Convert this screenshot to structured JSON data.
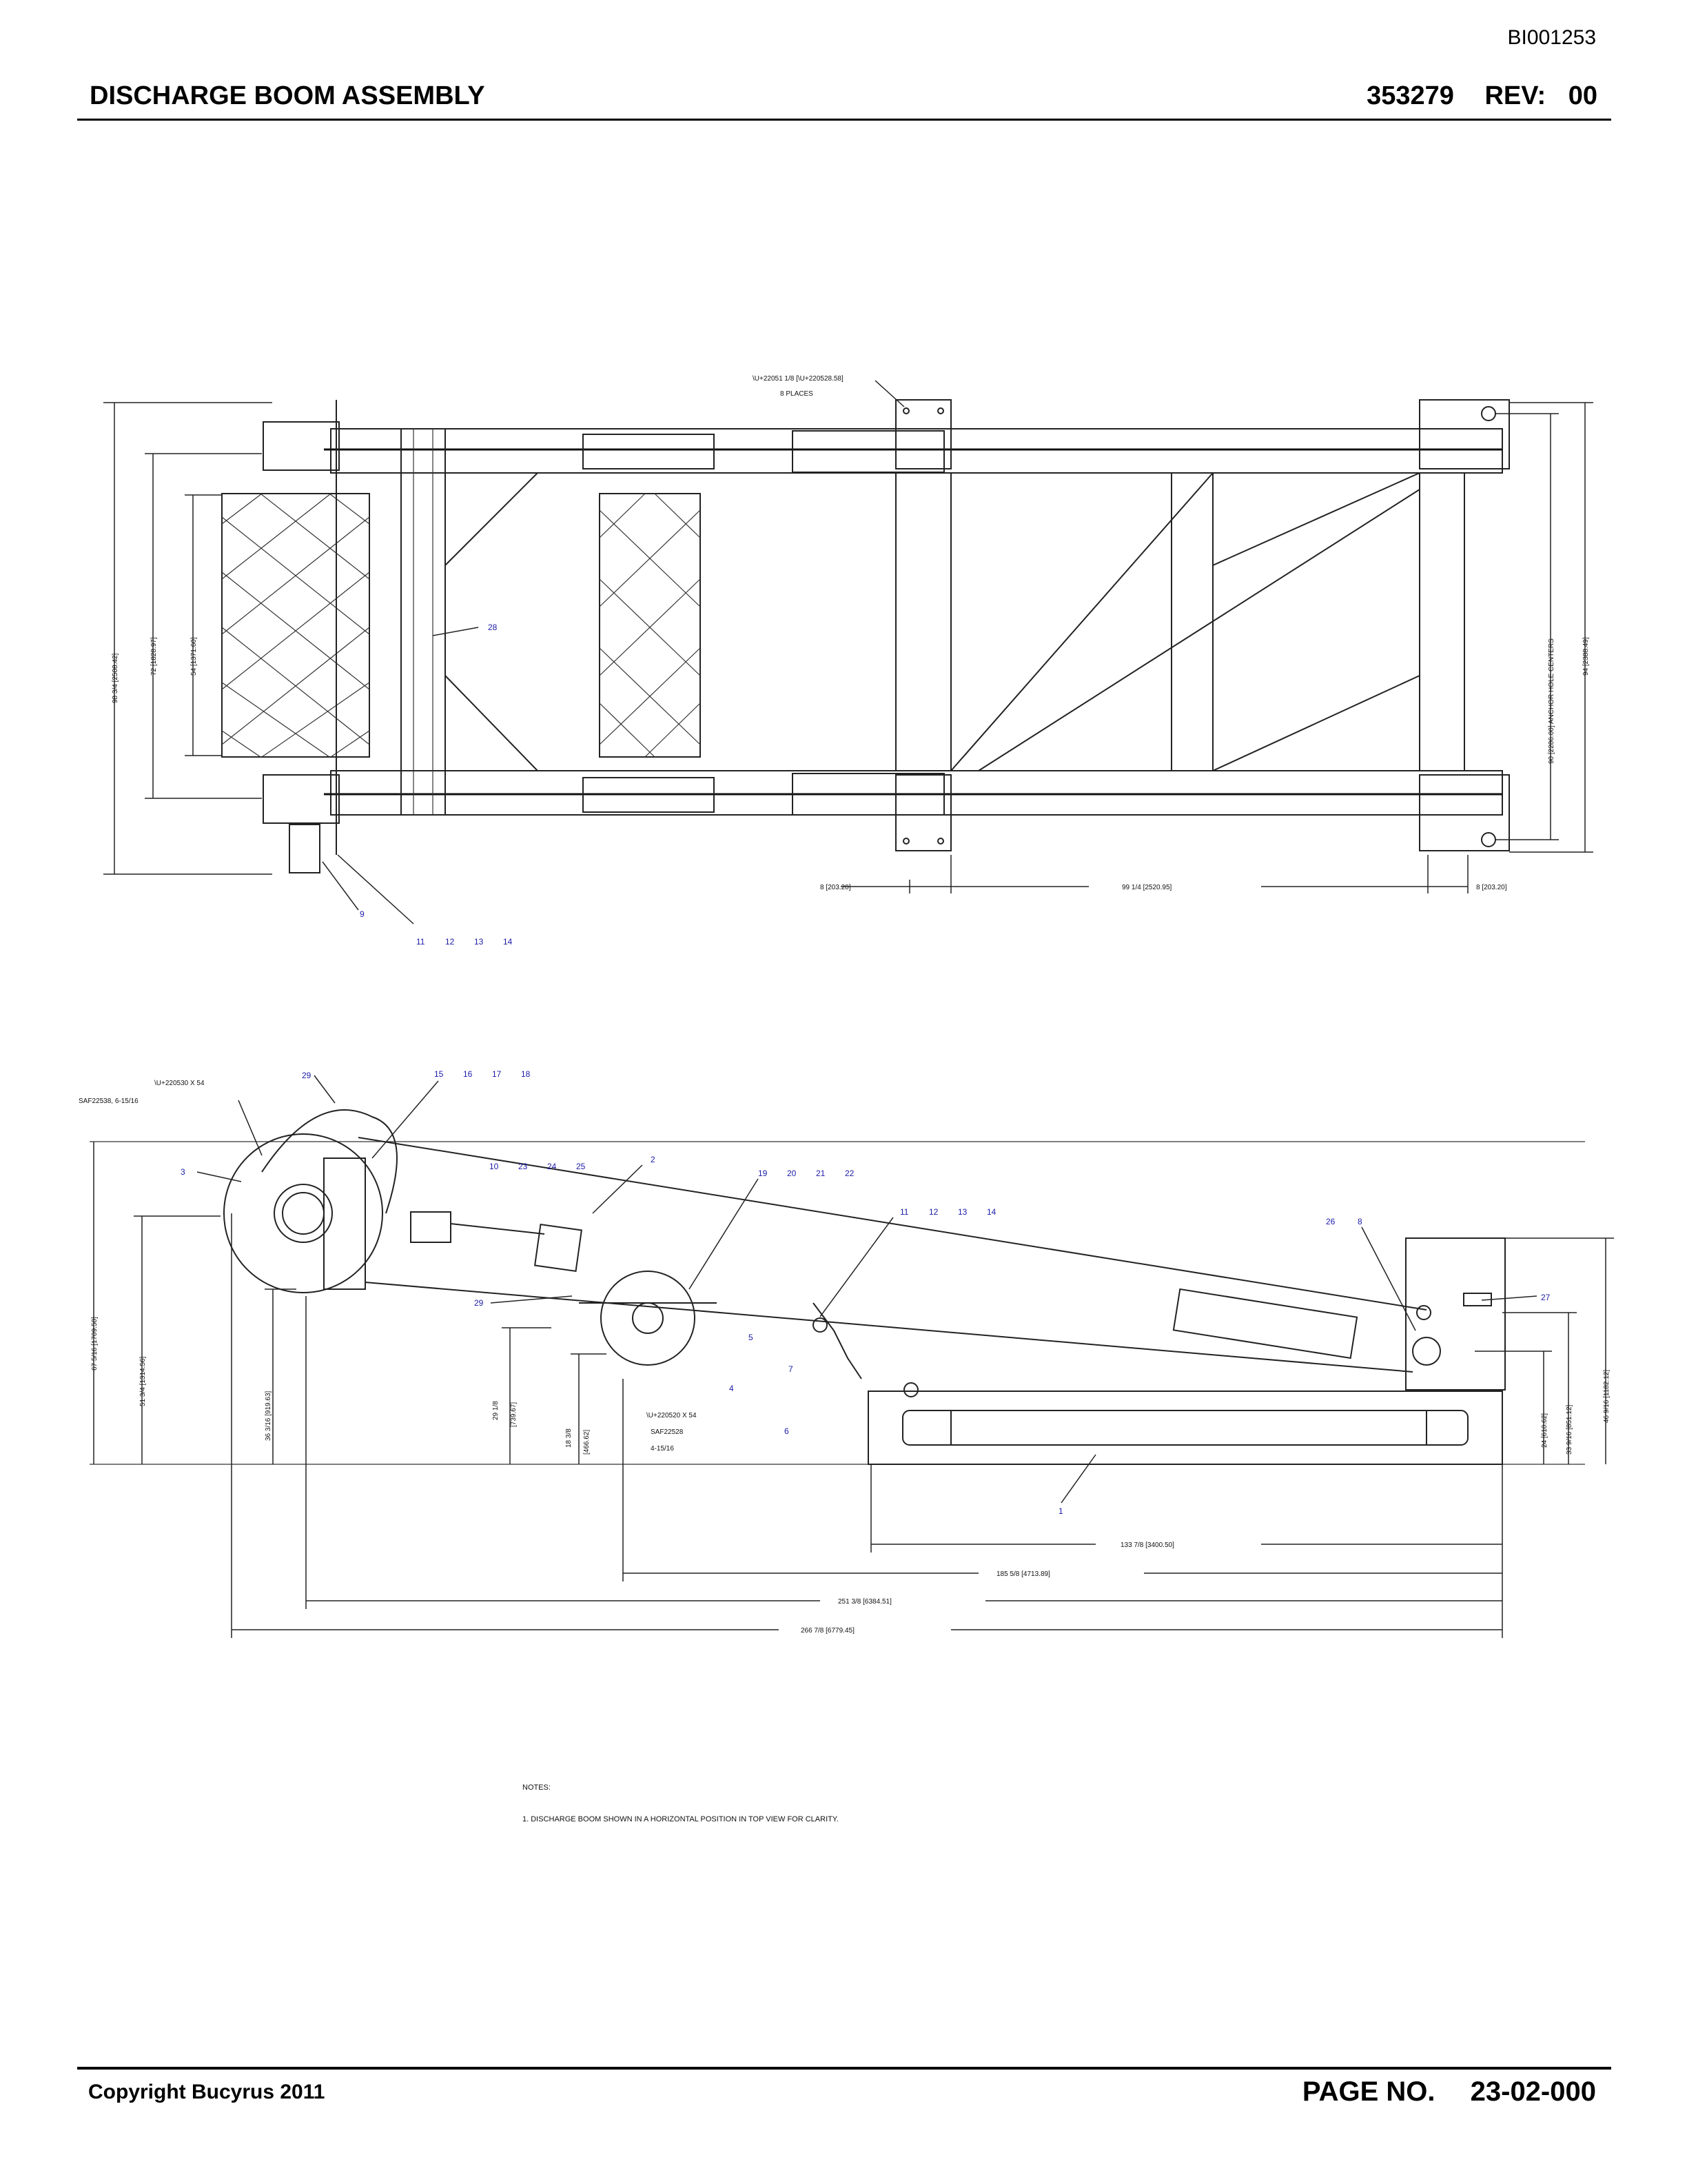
{
  "header": {
    "doc_id": "BI001253",
    "title": "DISCHARGE BOOM ASSEMBLY",
    "part_number": "353279",
    "rev_label": "REV:",
    "rev_value": "00"
  },
  "footer": {
    "copyright": "Copyright Bucyrus 2011",
    "page_label": "PAGE NO.",
    "page_value": "23-02-000"
  },
  "top_view": {
    "callout_hardware": "\\U+22051 1/8 [\\U+220528.58]",
    "callout_places": "8 PLACES",
    "dim_left_outer": "98 3/4 [2508.42]",
    "dim_left_mid": "72 [1828.97]",
    "dim_left_inner": "54 [1371.60]",
    "dim_right_centers": "90 [2286.00] ANCHOR HOLE CENTERS",
    "dim_right_outer": "94 [2388.49]",
    "dim_bottom_left": "8 [203.20]",
    "dim_bottom_mid": "99 1/4 [2520.95]",
    "dim_bottom_right": "8 [203.20]",
    "tags": {
      "t28": "28",
      "t9": "9",
      "t11": "11",
      "t12": "12",
      "t13": "13",
      "t14": "14"
    }
  },
  "side_view": {
    "callout_pin": "\\U+220530 X 54",
    "callout_saf": "SAF22538, 6-15/16",
    "callout_pin2": "\\U+220520 X 54",
    "callout_saf2": "SAF22528",
    "callout_size2": "4-15/16",
    "dim_v1": "67 5/16 [1709.50]",
    "dim_v2": "51 3/4 [1314.56]",
    "dim_v3": "36 3/16 [919.63]",
    "dim_v4": "29 1/8",
    "dim_v4b": "[739.67]",
    "dim_v5": "18 3/8",
    "dim_v5b": "[466.62]",
    "dim_vr1": "24 [610.62]",
    "dim_vr2": "33 9/16 [851.12]",
    "dim_vr3": "46 9/16 [1182.12]",
    "dim_h1": "133 7/8 [3400.50]",
    "dim_h2": "185 5/8 [4713.89]",
    "dim_h3": "251 3/8 [6384.51]",
    "dim_h4": "266 7/8 [6779.45]",
    "tags": {
      "t29a": "29",
      "t15": "15",
      "t16": "16",
      "t17": "17",
      "t18": "18",
      "t3": "3",
      "t10": "10",
      "t23": "23",
      "t24": "24",
      "t25": "25",
      "t2": "2",
      "t19": "19",
      "t20": "20",
      "t21": "21",
      "t22": "22",
      "t11": "11",
      "t12": "12",
      "t13": "13",
      "t14": "14",
      "t26": "26",
      "t8": "8",
      "t27": "27",
      "t29b": "29",
      "t5": "5",
      "t4": "4",
      "t7": "7",
      "t6": "6",
      "t1": "1"
    }
  },
  "notes": {
    "heading": "NOTES:",
    "note1": "1. DISCHARGE BOOM SHOWN IN A HORIZONTAL POSITION IN TOP VIEW FOR CLARITY."
  }
}
